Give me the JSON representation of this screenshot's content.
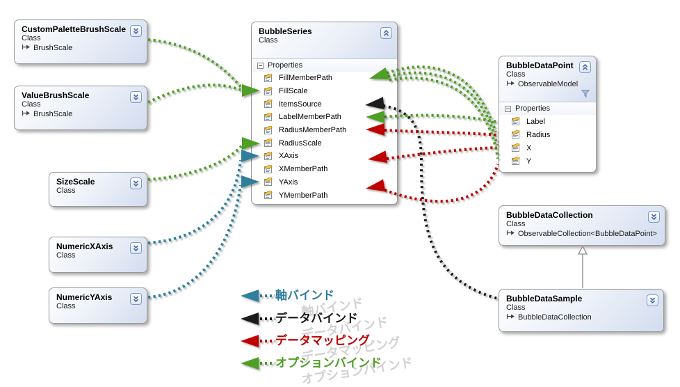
{
  "classes": {
    "customPaletteBrushScale": {
      "title": "CustomPaletteBrushScale",
      "stereotype": "Class",
      "base": "BrushScale"
    },
    "valueBrushScale": {
      "title": "ValueBrushScale",
      "stereotype": "Class",
      "base": "BrushScale"
    },
    "sizeScale": {
      "title": "SizeScale",
      "stereotype": "Class"
    },
    "numericXAxis": {
      "title": "NumericXAxis",
      "stereotype": "Class"
    },
    "numericYAxis": {
      "title": "NumericYAxis",
      "stereotype": "Class"
    },
    "bubbleSeries": {
      "title": "BubbleSeries",
      "stereotype": "Class",
      "section": "Properties",
      "props": [
        "FillMemberPath",
        "FillScale",
        "ItemsSource",
        "LabelMemberPath",
        "RadiusMemberPath",
        "RadiusScale",
        "XAxis",
        "XMemberPath",
        "YAxis",
        "YMemberPath"
      ]
    },
    "bubbleDataPoint": {
      "title": "BubbleDataPoint",
      "stereotype": "Class",
      "base": "ObservableModel",
      "section": "Properties",
      "props": [
        "Label",
        "Radius",
        "X",
        "Y"
      ]
    },
    "bubbleDataCollection": {
      "title": "BubbleDataCollection",
      "stereotype": "Class",
      "base": "ObservableCollection<BubbleDataPoint>"
    },
    "bubbleDataSample": {
      "title": "BubbleDataSample",
      "stereotype": "Class",
      "base": "BubbleDataCollection"
    }
  },
  "legend": {
    "axis_bind": {
      "label": "軸バインド",
      "color": "#2e7f9c"
    },
    "data_bind": {
      "label": "データバインド",
      "color": "#1a1a1a"
    },
    "data_mapping": {
      "label": "データマッピング",
      "color": "#c00000"
    },
    "option_bind": {
      "label": "オプションバインド",
      "color": "#4f9e27"
    }
  }
}
